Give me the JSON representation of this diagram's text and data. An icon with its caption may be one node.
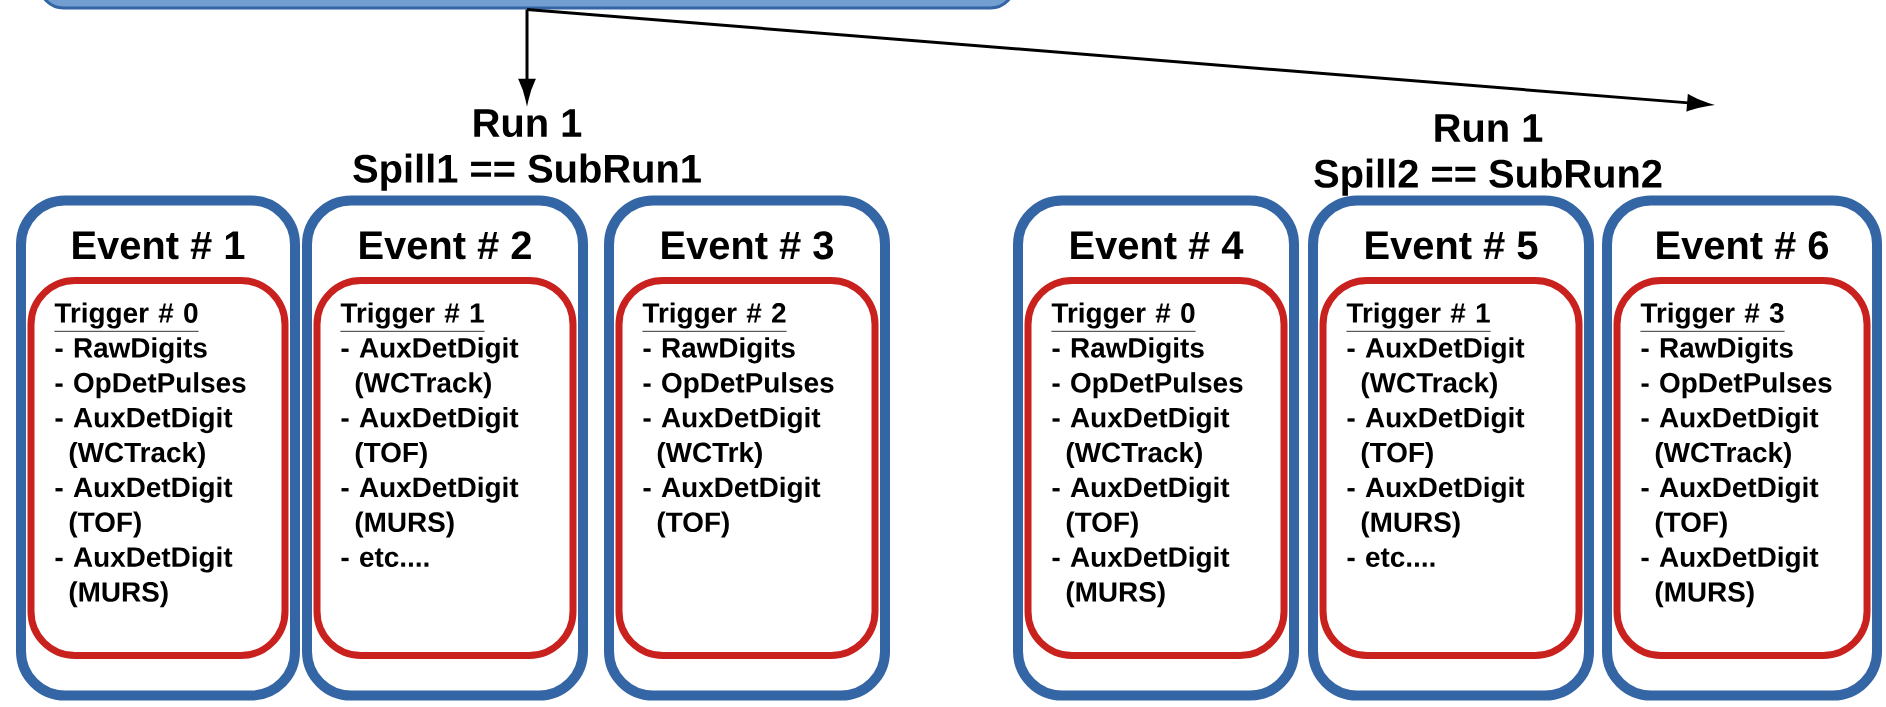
{
  "diagram": {
    "nodes": [
      {
        "text": [],
        "shape": "box"
      },
      {
        "text": [
          "Run 1",
          "Spill1 == SubRun1"
        ]
      },
      {
        "text": [
          "Event # 1"
        ]
      },
      {
        "text": [
          "Trigger # 0",
          "- RawDigits",
          "- OpDetPulses",
          "- AuxDetDigit (WCTrack)",
          "- AuxDetDigit (TOF)",
          "- AuxDetDigit (MURS)"
        ],
        "in": 2
      },
      {
        "text": [
          "Event # 2"
        ]
      },
      {
        "text": [
          "Trigger # 1",
          "- AuxDetDigit (WCTrack)",
          "- AuxDetDigit (TOF)",
          "- AuxDetDigit (MURS)",
          "- etc...."
        ],
        "in": 4
      },
      {
        "text": [
          "Event # 3"
        ]
      },
      {
        "text": [
          "Trigger # 2",
          "- RawDigits",
          "- OpDetPulses",
          "- AuxDetDigit (WCTrk)",
          "- AuxDetDigit (TOF)"
        ],
        "in": 6
      },
      {
        "text": [
          "Event # 4"
        ]
      },
      {
        "text": [
          "Trigger # 0",
          "- RawDigits",
          "- OpDetPulses",
          "- AuxDetDigit (WCTrack)",
          "- AuxDetDigit (TOF)",
          "- AuxDetDigit (MURS)"
        ],
        "in": 8
      },
      {
        "text": [
          "Event # 5"
        ]
      },
      {
        "text": [
          "Trigger # 1",
          "- AuxDetDigit (WCTrack)",
          "- AuxDetDigit (TOF)",
          "- AuxDetDigit (MURS)",
          "- etc...."
        ],
        "in": 10
      },
      {
        "text": [
          "Event # 6"
        ]
      },
      {
        "text": [
          "Trigger # 3",
          "- RawDigits",
          "- OpDetPulses",
          "- AuxDetDigit (WCTrack)",
          "- AuxDetDigit (TOF)",
          "- AuxDetDigit (MURS)"
        ],
        "in": 12
      }
    ],
    "edges": [
      {
        "from": 0,
        "to": 1,
        "arrow": "to"
      },
      {
        "from": 0,
        "to": null,
        "arrow": "to"
      }
    ],
    "labels": [
      "Run 1",
      "Spill2 == SubRun2"
    ]
  }
}
